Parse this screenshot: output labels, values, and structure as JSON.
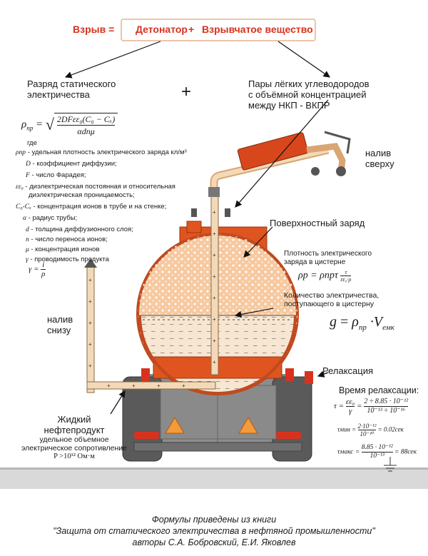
{
  "colors": {
    "accent": "#d8321e",
    "tank_fill": "#f6c9a0",
    "tank_outline": "#c04a1f",
    "ground": "#cfcfcf",
    "pipe": "#f3d9b7"
  },
  "header": {
    "left": "Взрыв",
    "eq": "=",
    "detonator": "Детонатор",
    "plus": "+",
    "explosive": "Взрывчатое вещество"
  },
  "discharge": {
    "line1": "Разряд статического",
    "line2": "электричества"
  },
  "big_plus": "+",
  "vapors": {
    "line1": "Пары лёгких углеводородов",
    "line2": "с объёмной концентрацией",
    "line3": "между НКП - ВКПР"
  },
  "formula_main": {
    "lhs": "ρ",
    "lhs_sub": "пр",
    "eq": "=",
    "numerator": "2DFεε₀(C₀ − Cₓ)",
    "denominator": "αdnμ"
  },
  "where": "где",
  "definitions": [
    {
      "sym": "ρпр",
      "text": " - удельная плотность электрического заряда кл/м³"
    },
    {
      "sym": "D",
      "text": " - коэффициент диффузии;"
    },
    {
      "sym": "F",
      "text": " - число Фарадея;"
    },
    {
      "sym": "εε₀",
      "text": " - диэлектрическая постоянная и относительная"
    },
    {
      "sym": "",
      "text": "диэлектрическая проницаемость;"
    },
    {
      "sym": "C₀-Cₓ",
      "text": " - концентрация ионов в трубе и на стенке;"
    },
    {
      "sym": "α",
      "text": " - радиус трубы;"
    },
    {
      "sym": "d",
      "text": " - толщина диффузионного слоя;"
    },
    {
      "sym": "n",
      "text": " - число переноса ионов;"
    },
    {
      "sym": "μ",
      "text": " - концентрация ионов"
    },
    {
      "sym": "γ",
      "text": " - проводимость продукта"
    }
  ],
  "gamma_formula": {
    "lhs": "γ =",
    "num": "i",
    "den": "ρ"
  },
  "top_fill": {
    "line1": "налив",
    "line2": "сверху"
  },
  "surface_charge": "Поверхностный заряд",
  "density_in_tank": {
    "line1": "Плотность электрического",
    "line2": "заряда в цистерне",
    "formula": "ρр = ρпрτ",
    "frac_num": "τ",
    "frac_den": "εε₀·ρ"
  },
  "quantity": {
    "line1": "Количество электричества,",
    "line2": "поступающего в цистерну",
    "formula_g": "g",
    "formula_eq": "=",
    "formula_rho": "ρ",
    "formula_rho_sub": "пр",
    "formula_dot": "·",
    "formula_v": "V",
    "formula_v_sub": "емк"
  },
  "bottom_fill": {
    "line1": "налив",
    "line2": "снизу"
  },
  "relaxation": {
    "title": "Релаксация",
    "time_label": "Время релаксации:",
    "f1_lhs": "τ =",
    "f1_num": "εε₀",
    "f1_den": "γ",
    "f1_eq": "=",
    "f1_num2": "2 ÷ 8.85 · 10⁻¹²",
    "f1_den2": "10⁻¹³ ÷ 10⁻¹⁶",
    "f2_lhs": "τмин =",
    "f2_num": "2·10⁻¹²",
    "f2_den": "10⁻¹⁰",
    "f2_res": "= 0.02сек",
    "f3_lhs": "τмакс =",
    "f3_num": "8.85 · 10⁻¹²",
    "f3_den": "10⁻¹³",
    "f3_res": "= 88сек"
  },
  "liquid": {
    "line1": "Жидкий",
    "line2": "нефтепродукт",
    "line3": "удельное объемное",
    "line4": "электрическое сопротивление",
    "line5": "P >10¹² Ом·м"
  },
  "footer": {
    "line1": "Формулы приведены из книги",
    "line2": "\"Защита от статического электричества в нефтяной промышленности\"",
    "line3": "авторы С.А. Бобровский, Е.И. Яковлев"
  }
}
